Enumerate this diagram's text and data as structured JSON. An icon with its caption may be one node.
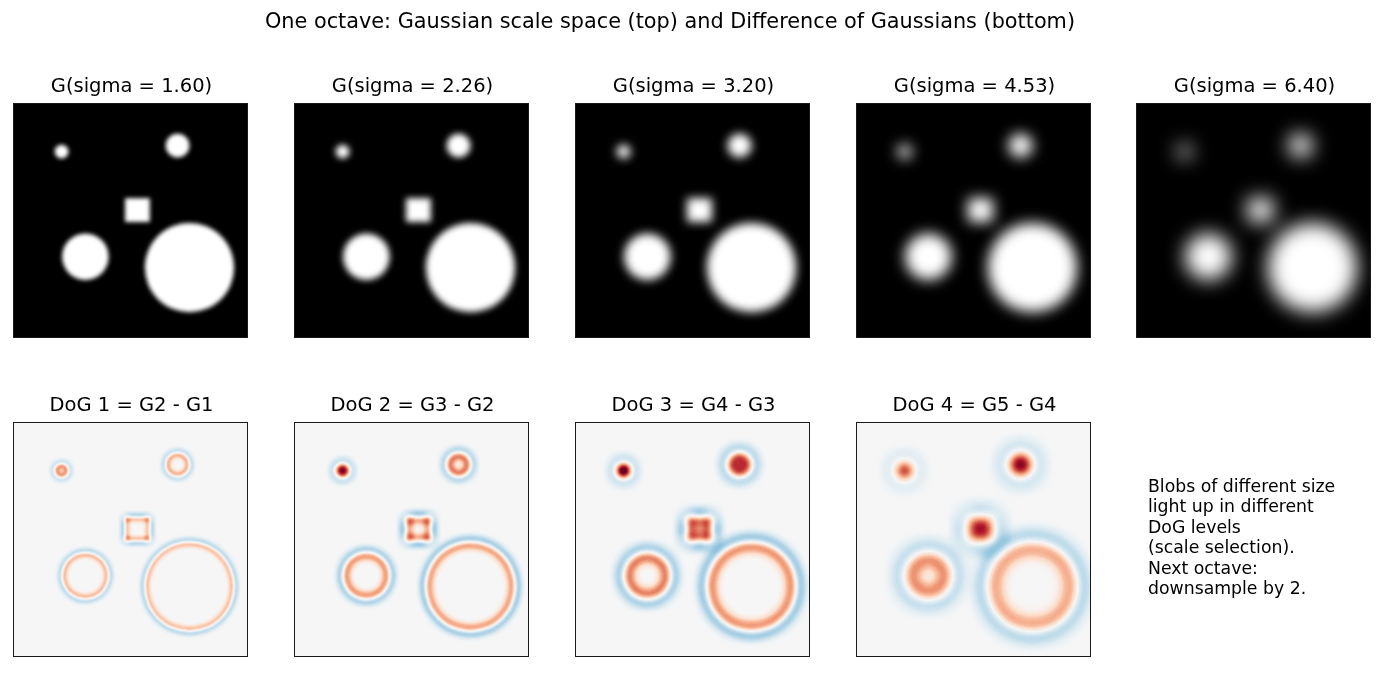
{
  "diagram": {
    "title": "One octave: Gaussian scale space (top) and Difference of Gaussians (bottom)",
    "nodes": [
      {
        "text": [
          "G(sigma = 1.60)"
        ]
      },
      {
        "text": [
          "G(sigma = 2.26)"
        ]
      },
      {
        "text": [
          "G(sigma = 3.20)"
        ]
      },
      {
        "text": [
          "G(sigma = 4.53)"
        ]
      },
      {
        "text": [
          "G(sigma = 6.40)"
        ]
      },
      {
        "text": [
          "DoG 1 = G2 - G1"
        ]
      },
      {
        "text": [
          "DoG 2 = G3 - G2"
        ]
      },
      {
        "text": [
          "DoG 3 = G4 - G3"
        ]
      },
      {
        "text": [
          "DoG 4 = G5 - G4"
        ]
      }
    ],
    "labels": [
      "Blobs of different size",
      "light up in different",
      "DoG levels",
      "(scale selection).",
      "Next octave:",
      "downsample by 2."
    ]
  }
}
